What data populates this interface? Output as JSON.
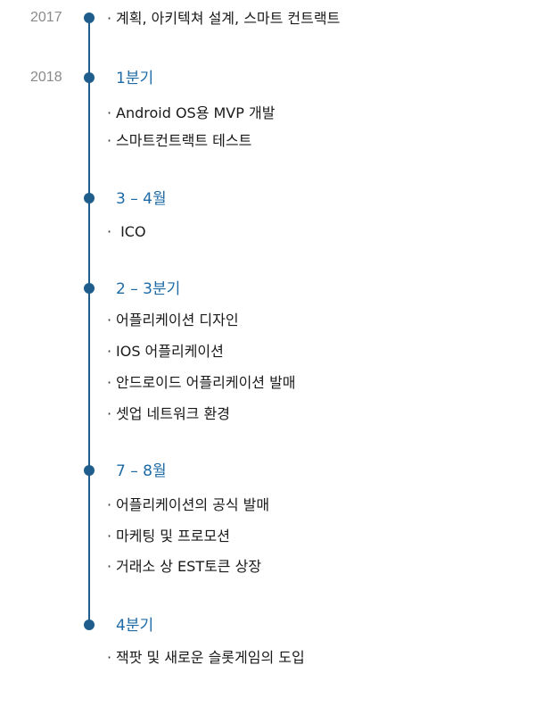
{
  "colors": {
    "accent": "#1e6ba6",
    "line": "#1f5e8c",
    "year_text": "#8a8a8a",
    "item_text": "#1a1a1a"
  },
  "bullet": "·",
  "years": {
    "y2017": "2017",
    "y2018": "2018"
  },
  "intro_2017": "계획, 아키텍쳐 설계, 스마트 컨트랙트",
  "groups": [
    {
      "period": "1분기",
      "items": [
        "Android OS용 MVP 개발",
        "스마트컨트랙트 테스트"
      ]
    },
    {
      "period": "3 – 4월",
      "items": [
        " ICO"
      ]
    },
    {
      "period": "2 – 3분기",
      "items": [
        "어플리케이션 디자인",
        "IOS 어플리케이션",
        "안드로이드 어플리케이션 발매",
        "셋업 네트워크 환경"
      ]
    },
    {
      "period": "7 – 8월",
      "items": [
        "어플리케이션의 공식 발매",
        "마케팅 및 프로모션",
        "거래소 상 EST토큰 상장"
      ]
    },
    {
      "period": "4분기",
      "items": [
        "잭팟 및 새로운 슬롯게임의 도입"
      ]
    }
  ]
}
